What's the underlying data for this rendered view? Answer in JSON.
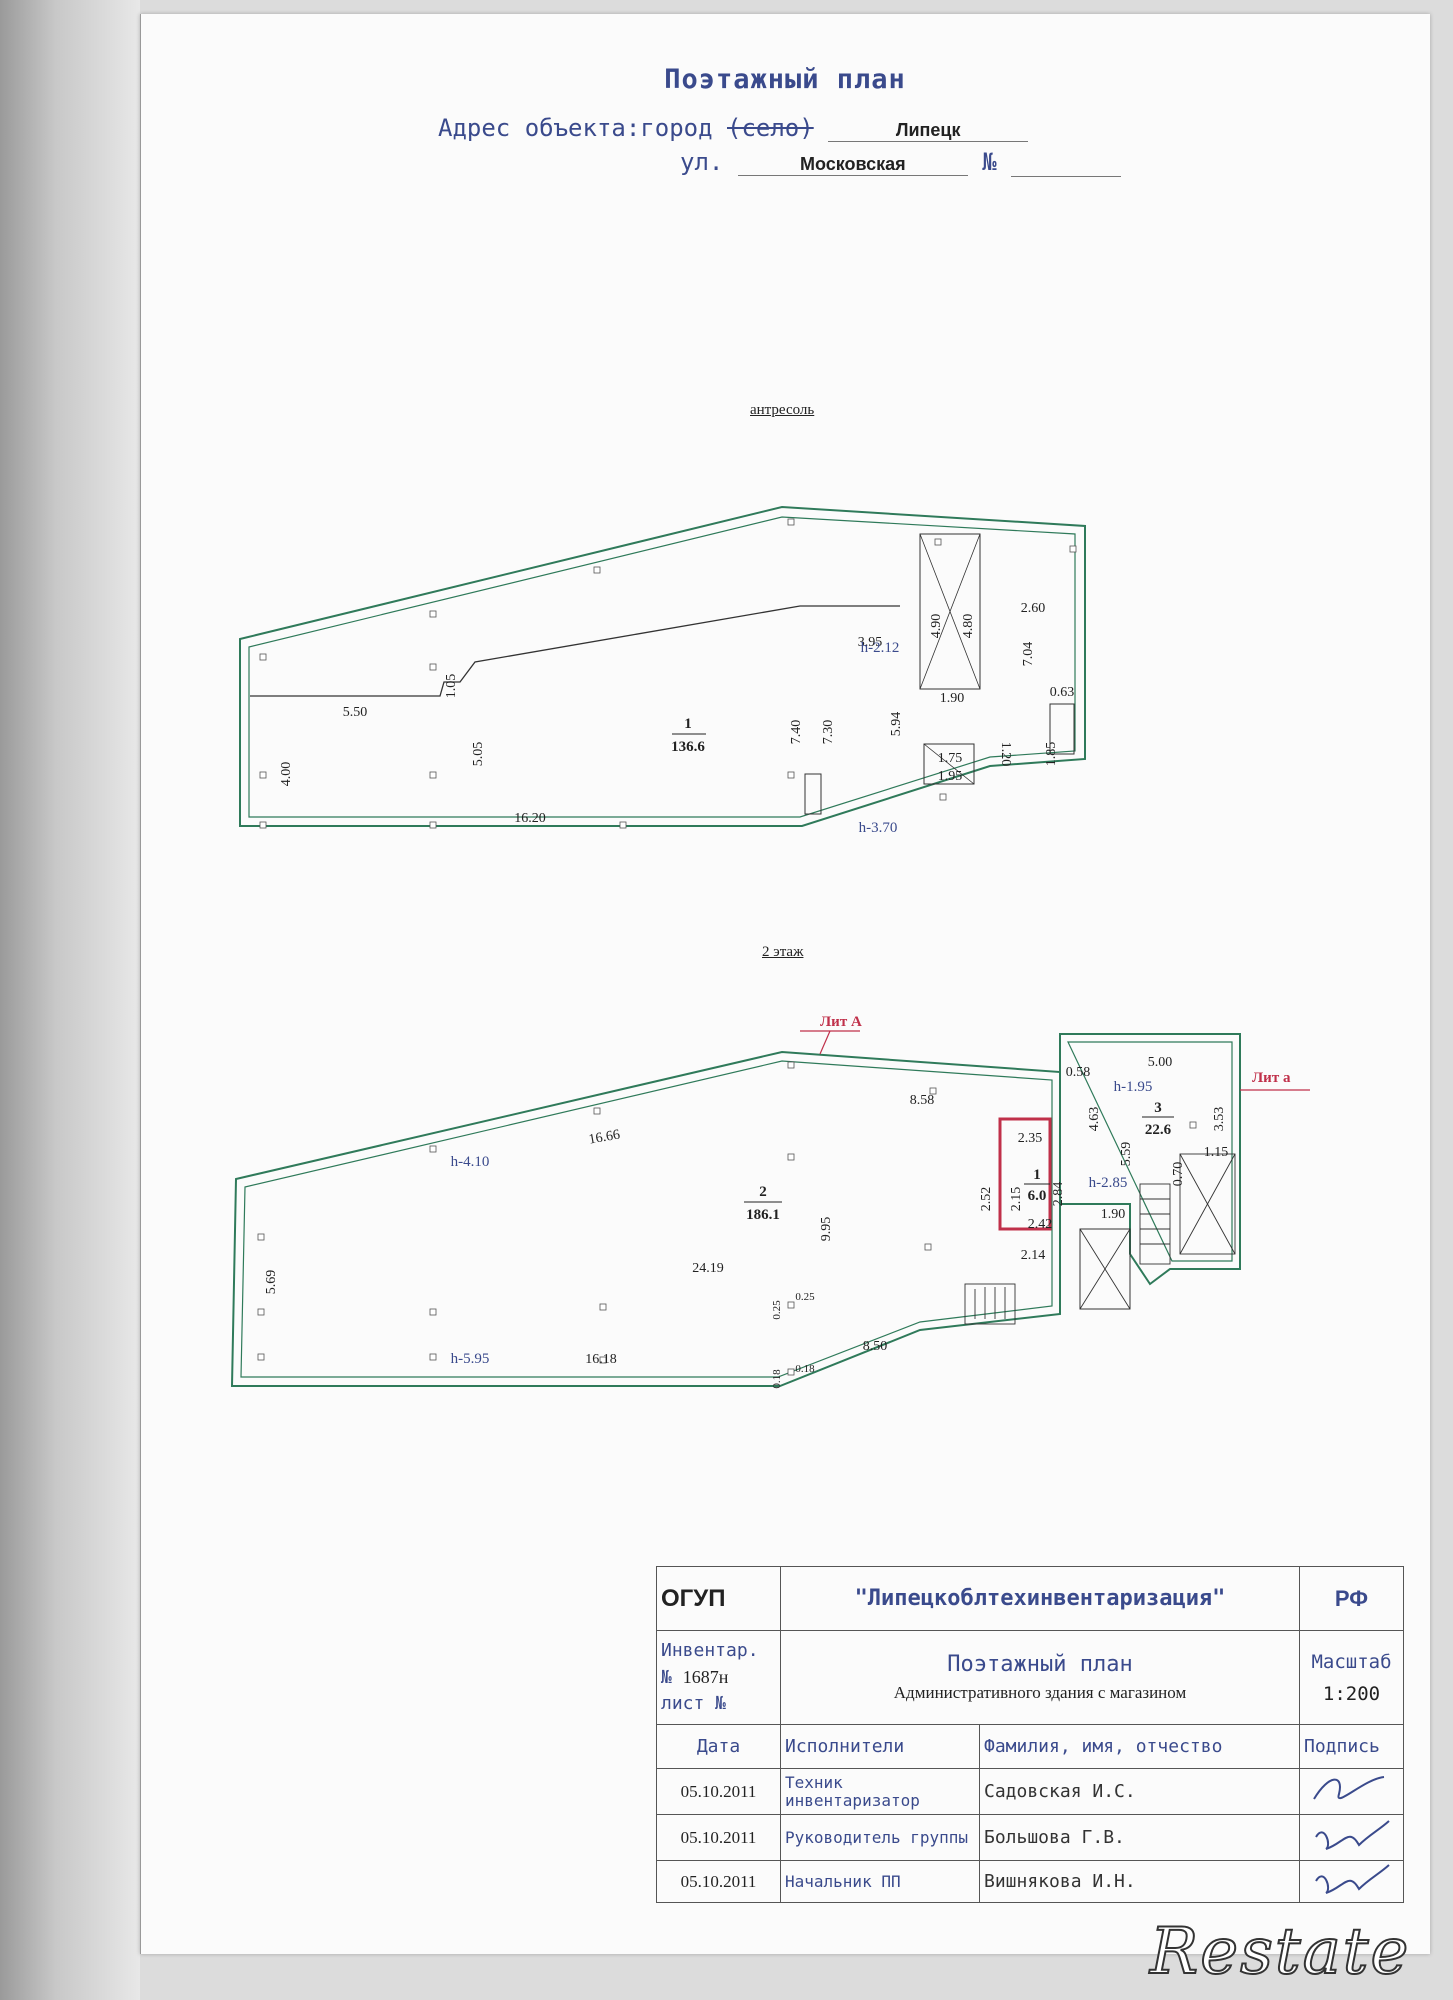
{
  "header": {
    "title": "Поэтажный план",
    "address_prefix": "Адрес объекта:город",
    "address_struck": "(село)",
    "city": "Липецк",
    "street_prefix": "ул.",
    "street": "Московская",
    "number_sign": "№"
  },
  "mezzanine": {
    "label": "антресоль",
    "room_number": "1",
    "room_area": "136.6",
    "heights": [
      "h-2.12",
      "h-3.70"
    ],
    "dims": [
      "5.50",
      "1.05",
      "5.05",
      "4.00",
      "16.20",
      "7.40",
      "7.30",
      "5.94",
      "3.95",
      "4.90",
      "4.80",
      "1.90",
      "2.60",
      "7.04",
      "0.63",
      "1.85",
      "1.20",
      "1.75",
      "1.95"
    ]
  },
  "floor2": {
    "label": "2 этаж",
    "lit_A": "Лит А",
    "lit_a": "Лит а",
    "rooms": [
      {
        "number": "2",
        "area": "186.1"
      },
      {
        "number": "1",
        "area": "6.0"
      },
      {
        "number": "3",
        "area": "22.6"
      }
    ],
    "heights": [
      "h-4.10",
      "h-5.95",
      "h-1.95",
      "h-2.85"
    ],
    "dims": [
      "16.66",
      "8.58",
      "0.58",
      "5.00",
      "5.69",
      "24.19",
      "9.95",
      "16.18",
      "8.50",
      "0.25",
      "0.25",
      "0.18",
      "0.18",
      "2.35",
      "2.52",
      "2.15",
      "2.84",
      "2.42",
      "2.14",
      "4.63",
      "5.59",
      "3.53",
      "1.15",
      "0.70",
      "1.90"
    ]
  },
  "stamp": {
    "org_short": "ОГУП",
    "org_full": "\"Липецкоблтехинвентаризация\"",
    "country": "РФ",
    "inv_label": "Инвентар.",
    "inv_no_sign": "№",
    "inv_no": "1687н",
    "sheet_label": "лист №",
    "doc_title": "Поэтажный план",
    "doc_subtitle": "Административного здания с магазином",
    "scale_label": "Масштаб",
    "scale_value": "1:200",
    "col_date": "Дата",
    "col_performers": "Исполнители",
    "col_name": "Фамилия, имя, отчество",
    "col_signature": "Подпись",
    "rows": [
      {
        "date": "05.10.2011",
        "role": "Техник инвентаризатор",
        "name": "Садовская И.С."
      },
      {
        "date": "05.10.2011",
        "role": "Руководитель группы",
        "name": "Большова Г.В."
      },
      {
        "date": "05.10.2011",
        "role": "Начальник ПП",
        "name": "Вишнякова И.Н."
      }
    ]
  },
  "watermark": "Restate",
  "colors": {
    "ink_blue": "#3a4a8c",
    "plan_green": "#2f7a5a",
    "red": "#c0304a"
  }
}
